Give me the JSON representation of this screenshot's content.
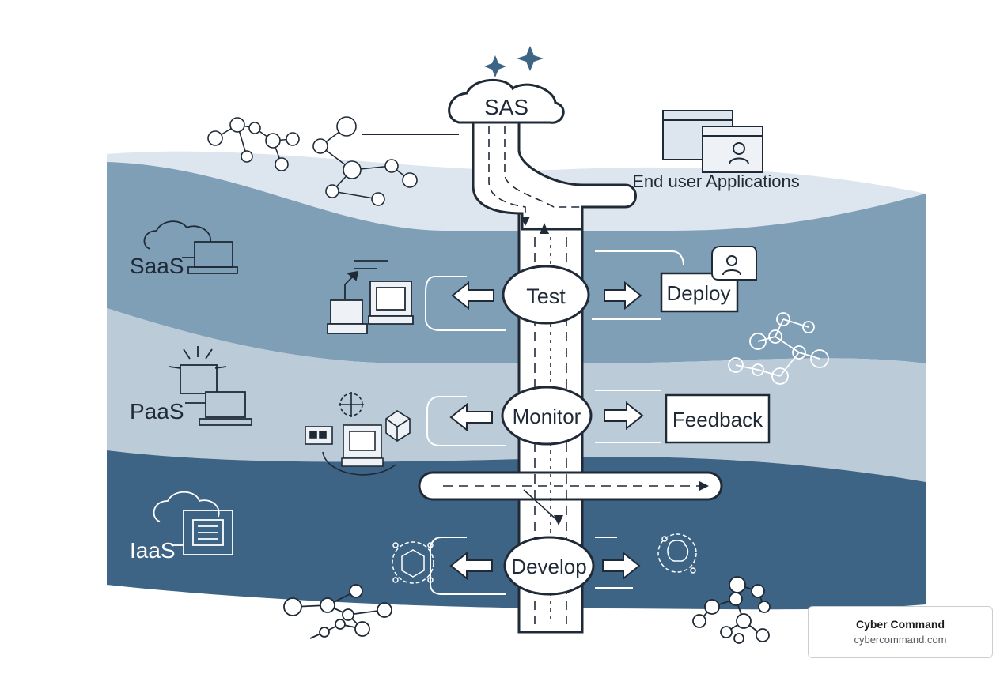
{
  "diagram": {
    "top_node": "SAS",
    "end_user_label": "End user Applications",
    "layers": [
      {
        "name": "SaaS",
        "color": "#7f9fb7"
      },
      {
        "name": "PaaS",
        "color": "#bccbd8"
      },
      {
        "name": "IaaS",
        "color": "#3e6485"
      }
    ],
    "stages": [
      {
        "name": "Test",
        "outcome": "Deploy"
      },
      {
        "name": "Monitor",
        "outcome": "Feedback"
      },
      {
        "name": "Develop",
        "outcome": ""
      }
    ],
    "colors": {
      "line": "#1f2a36",
      "top_band": "#dde6ee",
      "sparkle": "#3e6485"
    }
  },
  "brand": {
    "title": "Cyber Command",
    "url": "cybercommand.com"
  }
}
